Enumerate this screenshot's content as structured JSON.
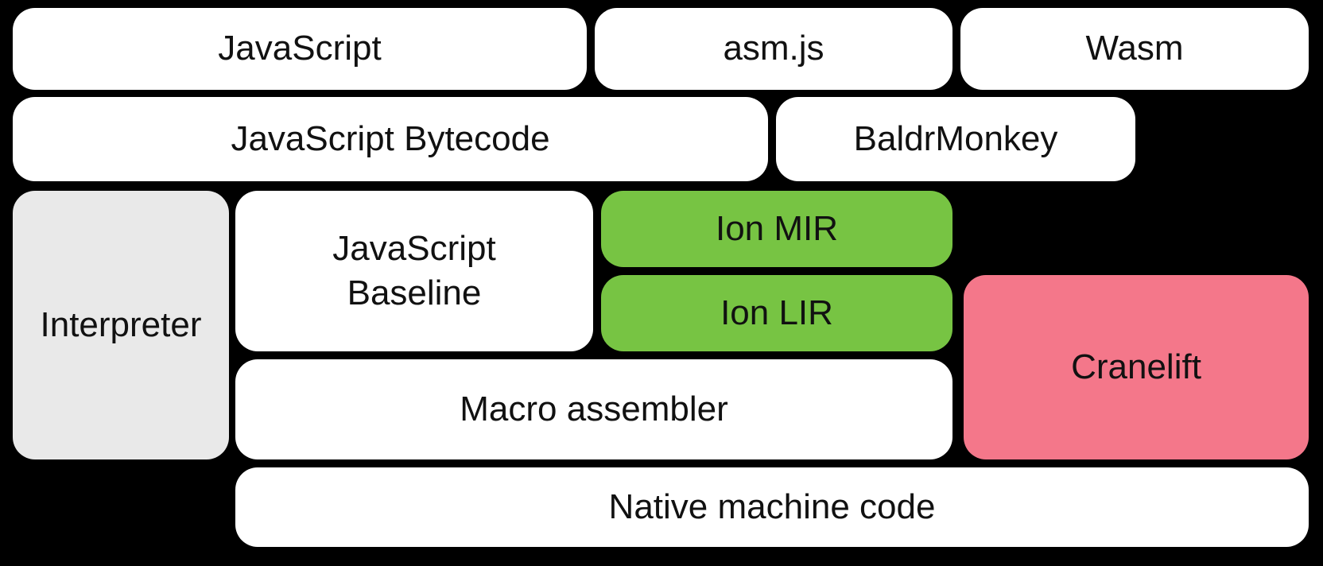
{
  "colors": {
    "background": "#000000",
    "box_white": "#ffffff",
    "box_gray": "#e9e9e9",
    "box_green": "#77c443",
    "box_pink": "#f4778a",
    "text": "#111111"
  },
  "boxes": {
    "javascript": {
      "label": "JavaScript"
    },
    "asmjs": {
      "label": "asm.js"
    },
    "wasm": {
      "label": "Wasm"
    },
    "javascript_bytecode": {
      "label": "JavaScript Bytecode"
    },
    "baldrmonkey": {
      "label": "BaldrMonkey"
    },
    "interpreter": {
      "label": "Interpreter"
    },
    "javascript_baseline": {
      "label": "JavaScript\nBaseline"
    },
    "ion_mir": {
      "label": "Ion MIR"
    },
    "ion_lir": {
      "label": "Ion LIR"
    },
    "cranelift": {
      "label": "Cranelift"
    },
    "macro_assembler": {
      "label": "Macro assembler"
    },
    "native_machine_code": {
      "label": "Native machine code"
    }
  }
}
